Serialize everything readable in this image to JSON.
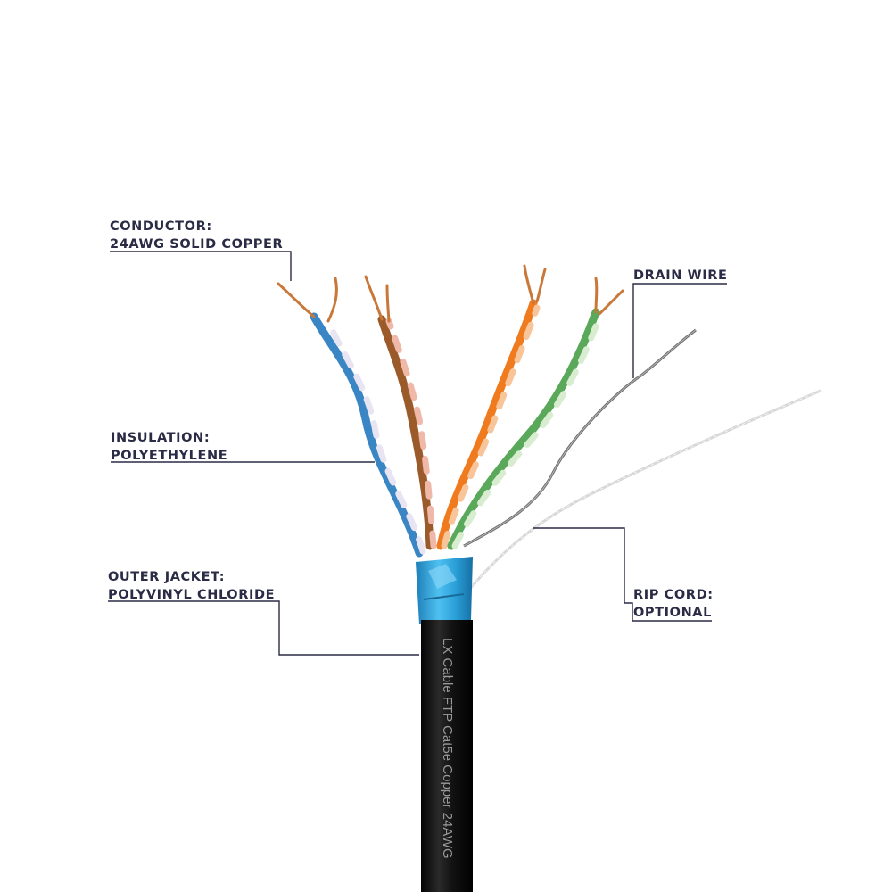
{
  "labels": {
    "conductor": {
      "title": "CONDUCTOR:",
      "detail": "24AWG SOLID COPPER"
    },
    "insulation": {
      "title": "INSULATION:",
      "detail": "POLYETHYLENE"
    },
    "outer_jacket": {
      "title": "OUTER JACKET:",
      "detail": "POLYVINYL CHLORIDE"
    },
    "drain_wire": {
      "title": "DRAIN WIRE"
    },
    "rip_cord": {
      "title": "RIP CORD:",
      "detail": "OPTIONAL"
    }
  },
  "jacket_print": "LX Cable  FTP Cat5e Copper 24AWG",
  "colors": {
    "leader_line": "#2a2b45",
    "label_text": "#2a2b45",
    "jacket": "#121212",
    "foil_shield": "#2a9fd8",
    "copper": "#c9783a",
    "pair_blue": "#3a86c4",
    "pair_brown": "#9a5a2a",
    "pair_orange": "#f07a1e",
    "pair_green": "#5aa85a",
    "drain_wire": "#7d7d7d",
    "rip_cord": "#dcdcdc"
  }
}
